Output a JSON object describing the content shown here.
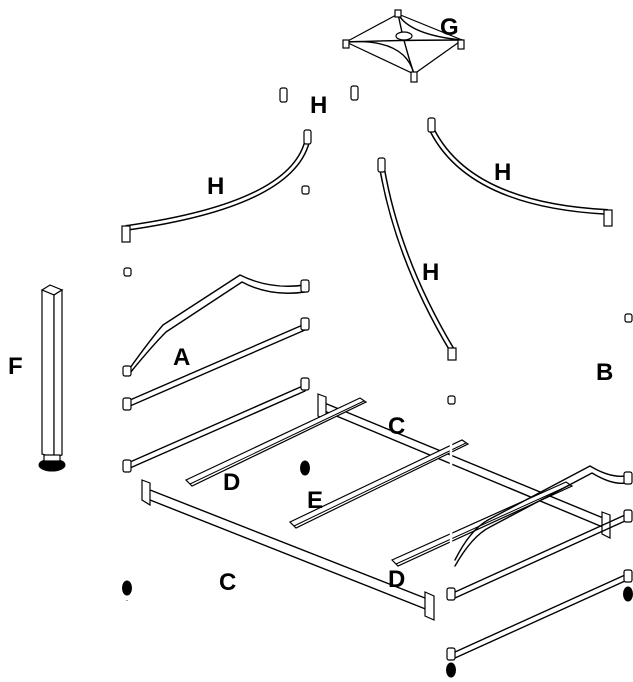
{
  "labels": {
    "A": "A",
    "B": "B",
    "C1": "C",
    "C2": "C",
    "D1": "D",
    "D2": "D",
    "E": "E",
    "F": "F",
    "G": "G",
    "H1": "H",
    "H2": "H",
    "H3": "H",
    "H4": "H"
  }
}
